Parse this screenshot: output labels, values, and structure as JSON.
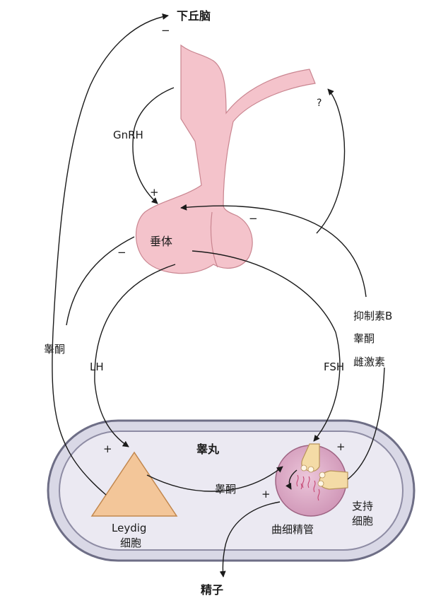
{
  "labels": {
    "hypothalamus": "下丘脑",
    "gnrh": "GnRH",
    "pituitary": "垂体",
    "testosterone_left": "睾酮",
    "lh": "LH",
    "fsh": "FSH",
    "inhibin": "抑制素B",
    "testosterone_right": "睾酮",
    "estrogen": "雌激素",
    "testis": "睾丸",
    "leydig": "Leydig",
    "leydig_cell": "细胞",
    "testosterone_inner": "睾酮",
    "sertoli_1": "支持",
    "sertoli_2": "细胞",
    "tubule": "曲细精管",
    "sperm": "精子",
    "question": "?"
  },
  "signs": {
    "hypothalamus_minus": "−",
    "gnrh_plus": "+",
    "pituitary_minus_right": "−",
    "pituitary_minus_left": "−",
    "leydig_plus": "+",
    "tubule_plus_top": "+",
    "tubule_plus_left": "+"
  },
  "colors": {
    "pituitary_fill": "#f4c3cb",
    "pituitary_stroke": "#c98590",
    "testis_outer": "#d9d8e6",
    "testis_border": "#6e6e86",
    "testis_inner": "#ebe9f2",
    "leydig_fill": "#f3c699",
    "leydig_stroke": "#c2874e",
    "tubule_fill": "#d9a7c3",
    "tubule_stroke": "#9e6483",
    "sertoli_fill": "#f4dba6",
    "sperm_color": "#c23c6a",
    "arrow_color": "#1a1a1a"
  }
}
